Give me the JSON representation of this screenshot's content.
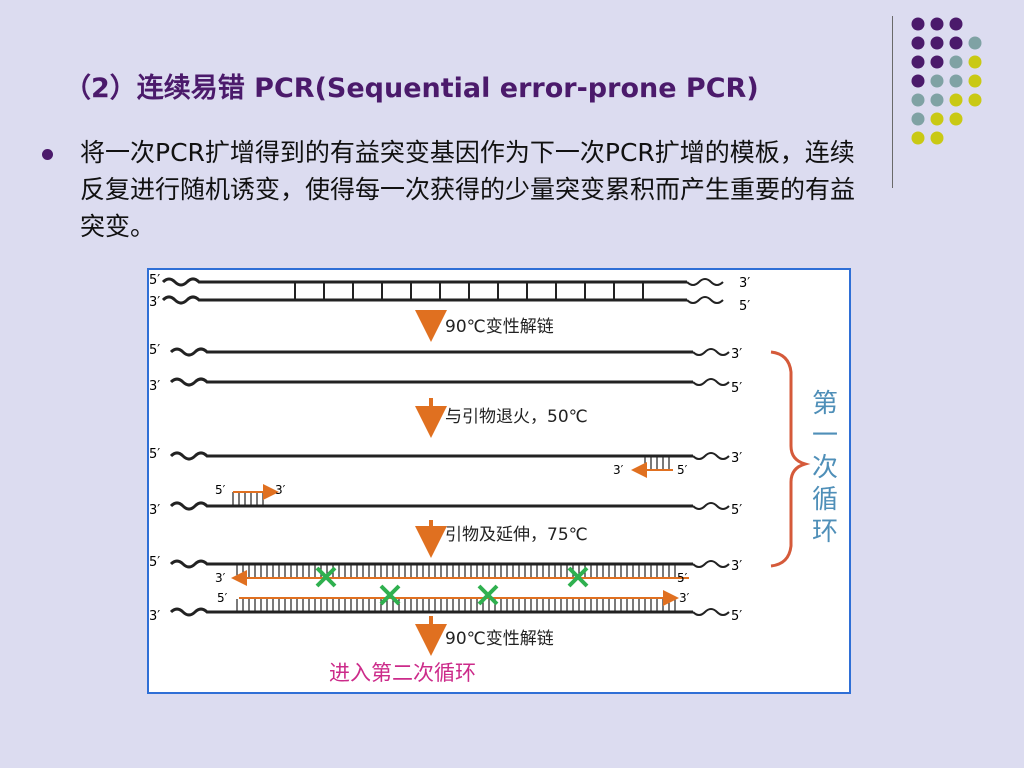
{
  "slide": {
    "title": "（2）连续易错 PCR(Sequential error-prone PCR)",
    "bullet_text": "将一次PCR扩增得到的有益突变基因作为下一次PCR扩增的模板，连续反复进行随机诱变，使得每一次获得的少量突变累积而产生重要的有益突变。"
  },
  "decor": {
    "colors": {
      "purple": "#4b1a6b",
      "teal": "#7fa2a4",
      "olive": "#c9c914",
      "accent_orange": "#e07020",
      "mutation_green": "#2fb04f",
      "frame_blue": "#2f6fd6"
    }
  },
  "figure": {
    "end_labels": {
      "five_prime": "5′",
      "three_prime": "3′"
    },
    "steps": {
      "denature": "90℃变性解链",
      "anneal": "与引物退火，50℃",
      "extend": "引物及延伸，75℃",
      "denature_again": "90℃变性解链"
    },
    "cycle_label": "第一次循环",
    "next_cycle": "进入第二次循环"
  }
}
